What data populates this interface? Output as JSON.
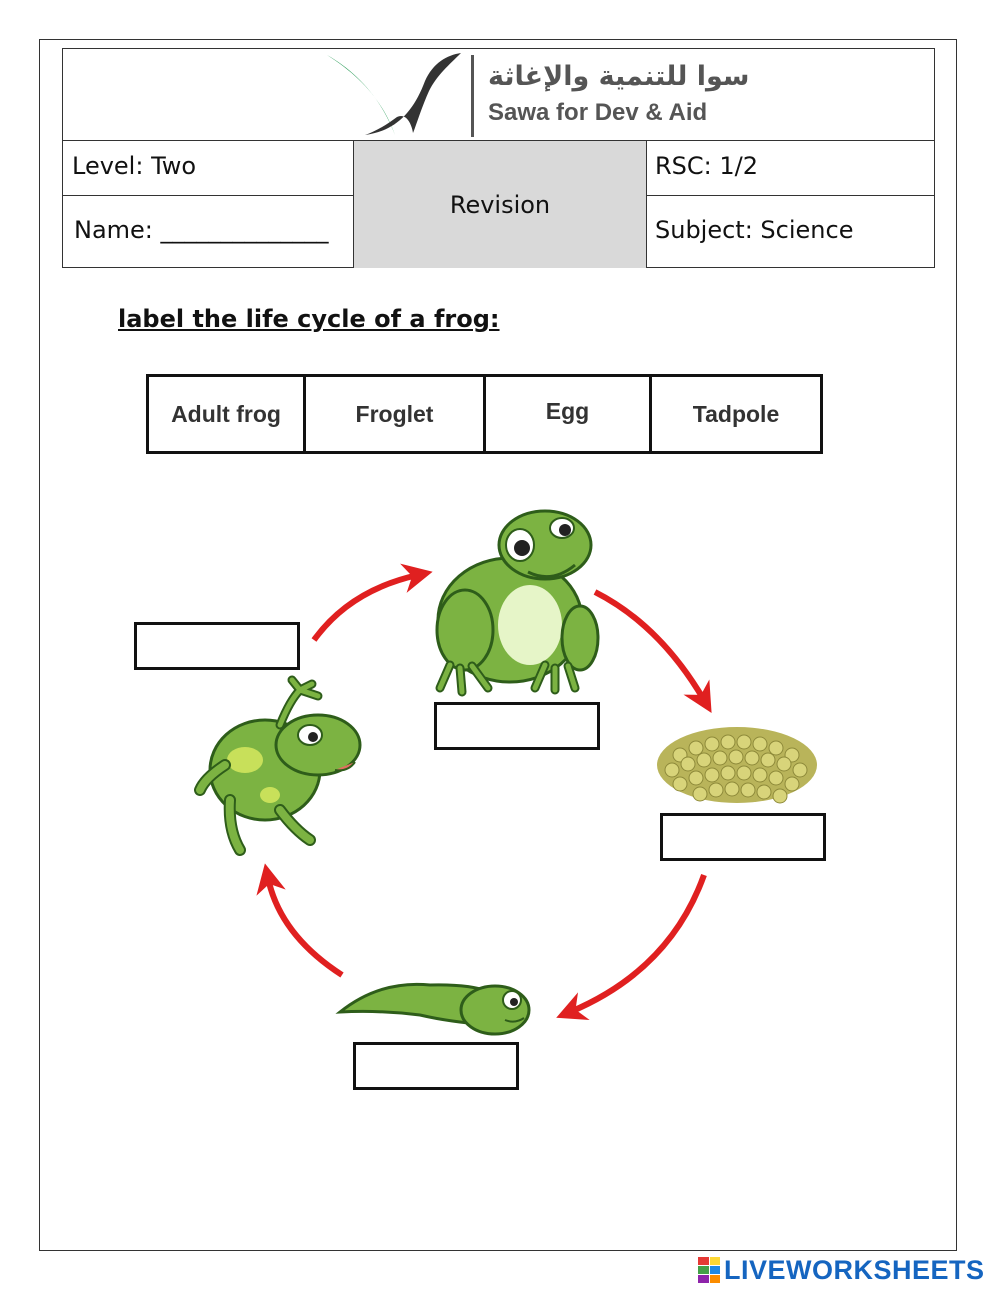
{
  "header": {
    "logo_arabic": "سوا للتنمية والإغاثة",
    "logo_english": "Sawa for Dev & Aid",
    "level": "Level: Two",
    "name": "Name: ______________",
    "title": "Revision",
    "rsc": "RSC: 1/2",
    "subject": "Subject: Science"
  },
  "instruction": "label the life cycle of a frog:",
  "word_bank": [
    "Adult frog",
    "Froglet",
    "Egg",
    "Tadpole"
  ],
  "diagram": {
    "stages": [
      "froglet-illustration",
      "adult-frog-illustration",
      "egg-cluster-illustration",
      "tadpole-illustration"
    ],
    "answer_boxes": [
      "",
      "",
      "",
      ""
    ],
    "arrow_color": "#e02020",
    "frog_color": "#7cb342"
  },
  "footer": {
    "brand": "LIVEWORKSHEETS",
    "brand_color": "#1565c0"
  }
}
